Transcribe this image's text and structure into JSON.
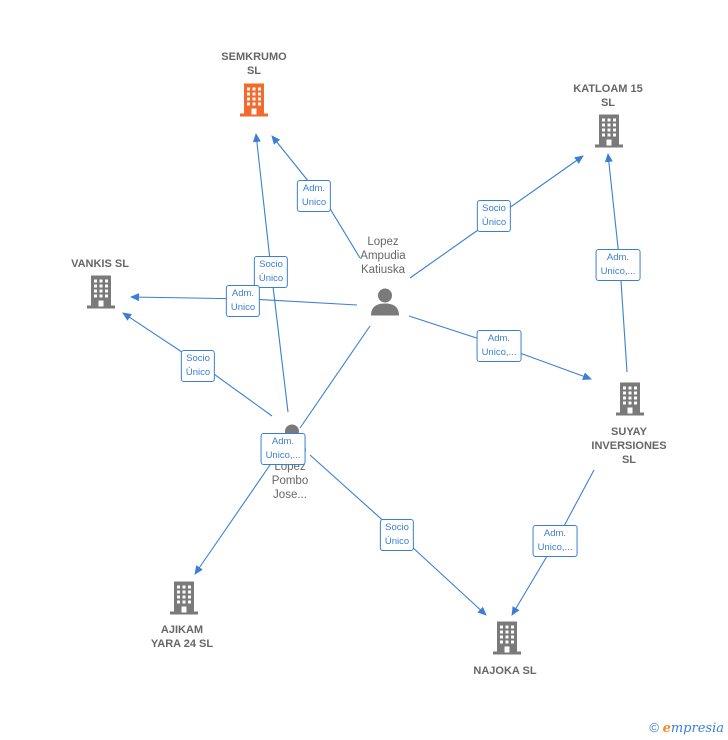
{
  "nodes": {
    "semkrumo": {
      "label": "SEMKRUMO\nSL",
      "color": "#f26a2c"
    },
    "katloam": {
      "label": "KATLOAM 15\nSL",
      "color": "#7a7a7a"
    },
    "vankis": {
      "label": "VANKIS  SL",
      "color": "#7a7a7a"
    },
    "suyay": {
      "label": "SUYAY\nINVERSIONES\nSL",
      "color": "#7a7a7a"
    },
    "ajikam": {
      "label": "AJIKAM\nYARA 24  SL",
      "color": "#7a7a7a"
    },
    "najoka": {
      "label": "NAJOKA SL",
      "color": "#7a7a7a"
    },
    "lopez_ampudia": {
      "label": "Lopez\nAmpudia\nKatiuska",
      "color": "#7a7a7a"
    },
    "lopez_pombo": {
      "label": "Lopez\nPombo\nJose...",
      "color": "#7a7a7a"
    }
  },
  "edges": {
    "e1": "Adm.\nUnico",
    "e2": "Socio\nÚnico",
    "e3": "Socio\nÚnico",
    "e4": "Adm.\nUnico",
    "e5": "Socio\nÚnico",
    "e6": "Adm.\nUnico,...",
    "e7": "Adm.\nUnico,...",
    "e8": "Adm.\nUnico,...",
    "e9": "Socio\nÚnico",
    "e10": "Adm.\nUnico,..."
  },
  "footer": {
    "copyright": "©",
    "brand_initial": "e",
    "brand_rest": "mpresia"
  },
  "edge_color": "#3a7fd5"
}
